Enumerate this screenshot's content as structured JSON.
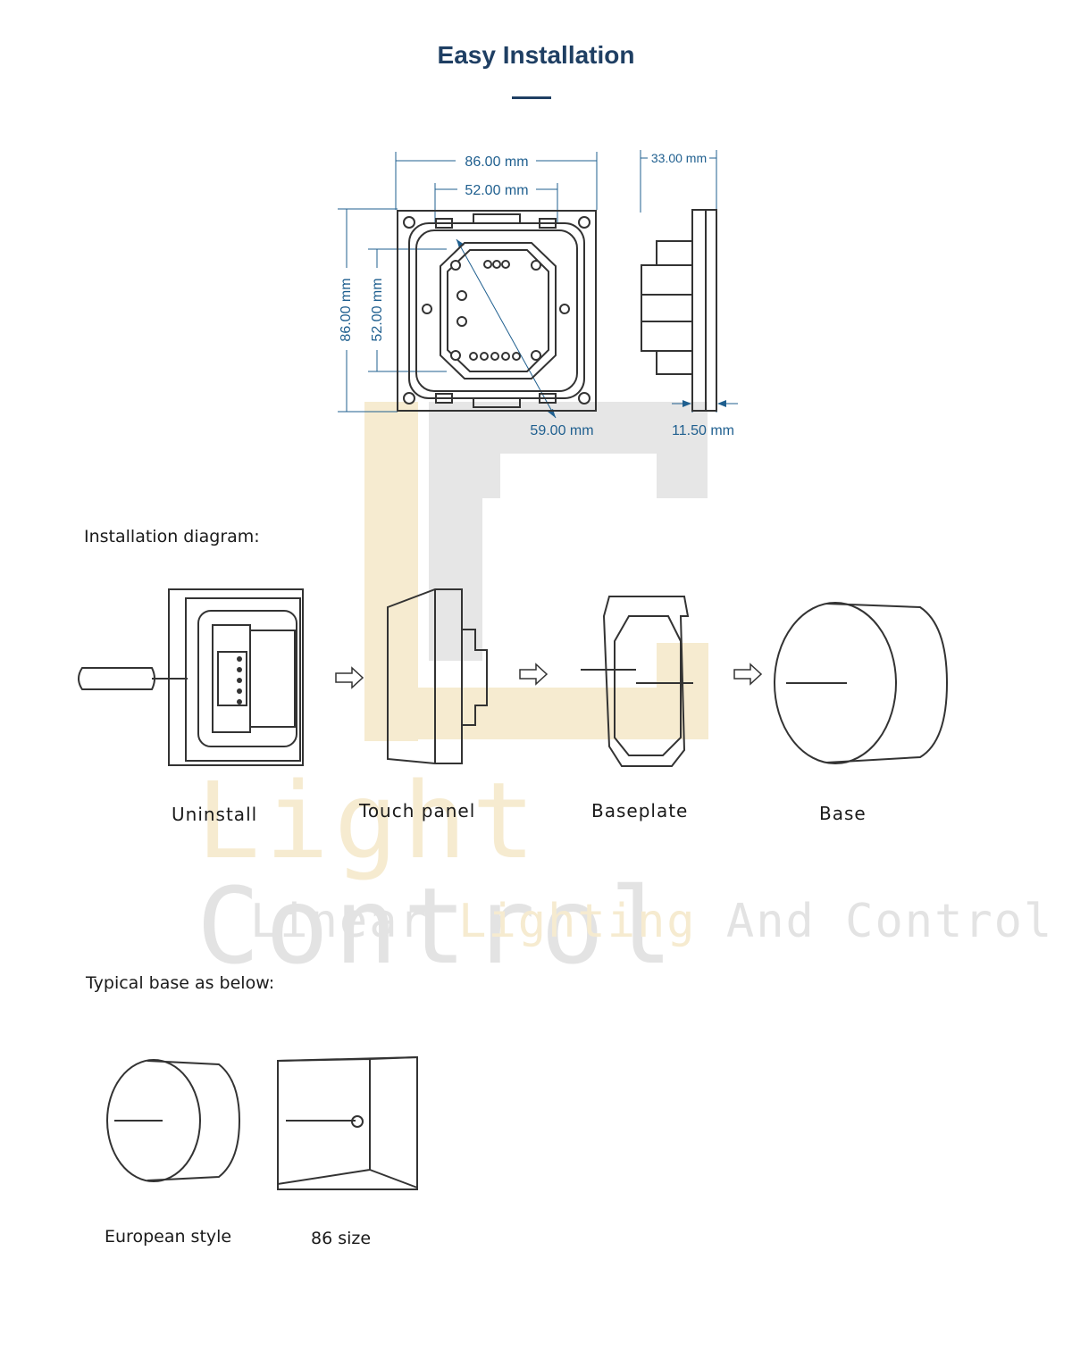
{
  "header": {
    "title": "Easy Installation"
  },
  "dimensions": {
    "width_outer": "86.00 mm",
    "width_inner": "52.00 mm",
    "height_outer": "86.00 mm",
    "height_inner": "52.00 mm",
    "diagonal": "59.00 mm",
    "depth_total": "33.00 mm",
    "depth_panel": "11.50 mm"
  },
  "installation": {
    "label": "Installation diagram:",
    "steps": [
      {
        "caption": "Uninstall"
      },
      {
        "caption": "Touch panel"
      },
      {
        "caption": "Baseplate"
      },
      {
        "caption": "Base"
      }
    ],
    "arrow_icon": "outline-right-arrow"
  },
  "typical_base": {
    "label": "Typical base as below:",
    "items": [
      {
        "caption": "European style"
      },
      {
        "caption": "86 size"
      }
    ]
  },
  "watermark": {
    "line1_a": "Light",
    "line1_b": "Control",
    "line2_a": "Linear",
    "line2_b": "Lighting",
    "line2_c": "And Control",
    "color_gold": "#f3e3bf",
    "color_grey": "#d9d9d9"
  },
  "colors": {
    "accent": "#1f3f63",
    "dimension": "#1f5f8f",
    "line": "#333333"
  }
}
